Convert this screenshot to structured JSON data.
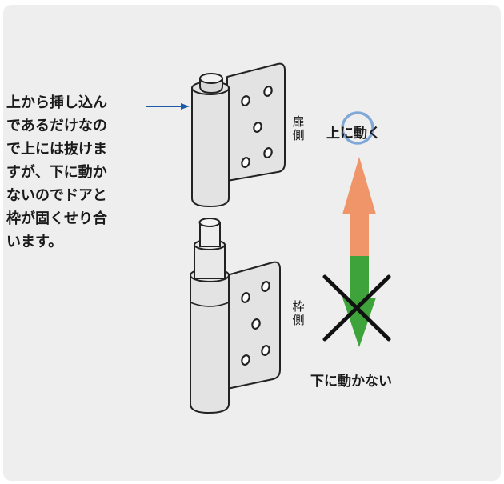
{
  "explanation": {
    "lines": [
      "上から挿し込ん",
      "であるだけなの",
      "で上には抜けま",
      "すが、下に動か",
      "ないのでドアと",
      "枠が固くせり合",
      "います。"
    ]
  },
  "labels": {
    "door_side": [
      "扉",
      "側"
    ],
    "frame_side": [
      "枠",
      "側"
    ],
    "moves_up": "上に動く",
    "does_not_move_down": "下に動かない"
  },
  "colors": {
    "background_panel": "#eeeeee",
    "up_arrow": "#f0956a",
    "down_arrow": "#3da33a",
    "cross": "#111111",
    "highlight_circle": "#7fa7d8",
    "pointer_arrow": "#1a5aa8",
    "hinge_fill": "#e3e3e3",
    "hinge_stroke": "#222222"
  }
}
